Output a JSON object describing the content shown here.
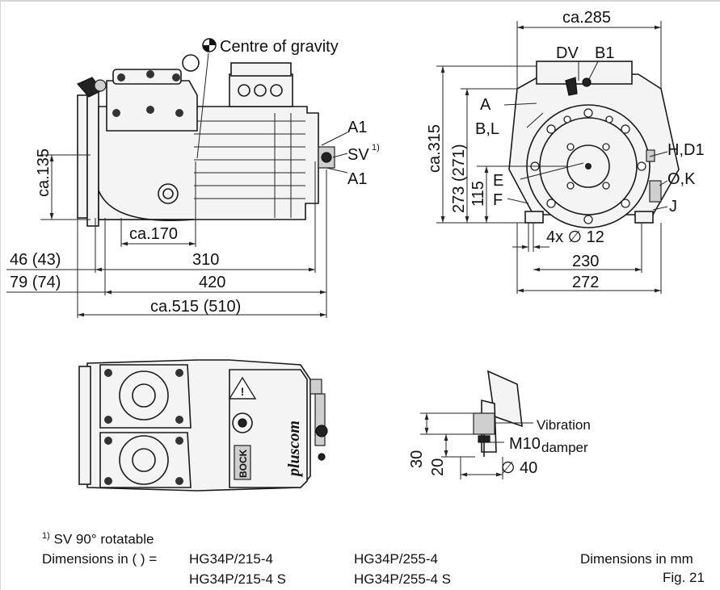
{
  "labels": {
    "centre_of_gravity": "Centre of gravity",
    "a1_top": "A1",
    "sv": "SV",
    "sv_sup": "1)",
    "a1_bottom": "A1",
    "ca135": "ca.135",
    "ca170": "ca.170",
    "d310": "310",
    "d46": "46 (43)",
    "d420": "420",
    "d79": "79 (74)",
    "ca515": "ca.515 (510)",
    "ca285": "ca.285",
    "dv": "DV",
    "b1": "B1",
    "a": "A",
    "bl": "B,L",
    "hd1": "H,D1",
    "e": "E",
    "f": "F",
    "ok": "O,K",
    "j": "J",
    "ca315": "ca.315",
    "d273": "273 (271)",
    "d115": "115",
    "holes": "4x ∅ 12",
    "d230": "230",
    "d272": "272",
    "d30": "30",
    "d20": "20",
    "m10": "M10",
    "d40": "∅ 40",
    "vib1": "Vibration",
    "vib2": "damper",
    "brand": "pluscom",
    "bock": "BOCK"
  },
  "footnote": {
    "sup": "1)",
    "text": " SV 90° rotatable",
    "dims_prefix": "Dimensions  in ( ) =",
    "models": [
      [
        "HG34P/215-4",
        "HG34P/215-4 S"
      ],
      [
        "HG34P/255-4",
        "HG34P/255-4 S"
      ]
    ],
    "units": "Dimensions in mm",
    "fig": "Fig. 21"
  }
}
